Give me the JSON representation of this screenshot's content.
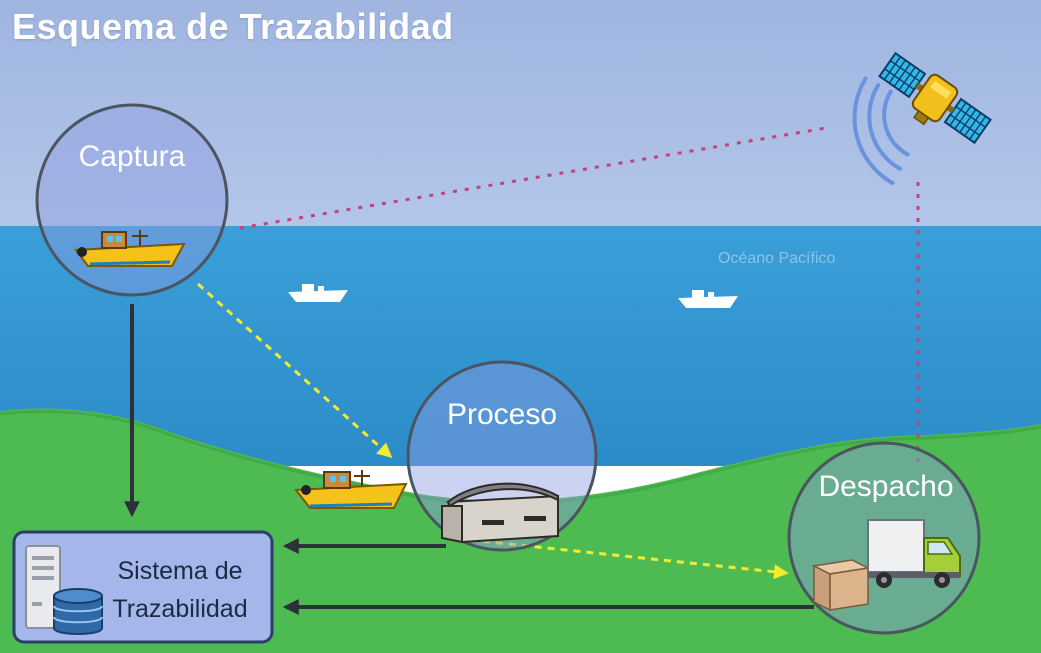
{
  "title": "Esquema de Trazabilidad",
  "ocean_label": "Océano Pacífico",
  "nodes": {
    "captura": "Captura",
    "proceso": "Proceso",
    "despacho": "Despacho"
  },
  "system": {
    "line1": "Sistema de",
    "line2": "Trazabilidad"
  },
  "colors": {
    "sky": "#a9bde3",
    "sea": "#2f97d3",
    "land": "#4dbb52",
    "node_fill": "#8f9be0",
    "node_stroke": "#4a5560",
    "system_fill": "#a4b6ea",
    "system_stroke": "#2c3f6b",
    "flow_arrow": "#f4ea2e",
    "data_arrow": "#2e3238",
    "gps_link": "#c2437a",
    "satellite_body": "#f2c01c",
    "satellite_panel": "#33b7e8",
    "signal_wave": "#6a92dd"
  },
  "icons": [
    "satellite-icon",
    "signal-wave-icon",
    "fishing-boat-icon",
    "small-boat-icon",
    "factory-icon",
    "truck-icon",
    "box-icon",
    "server-icon",
    "database-icon"
  ]
}
